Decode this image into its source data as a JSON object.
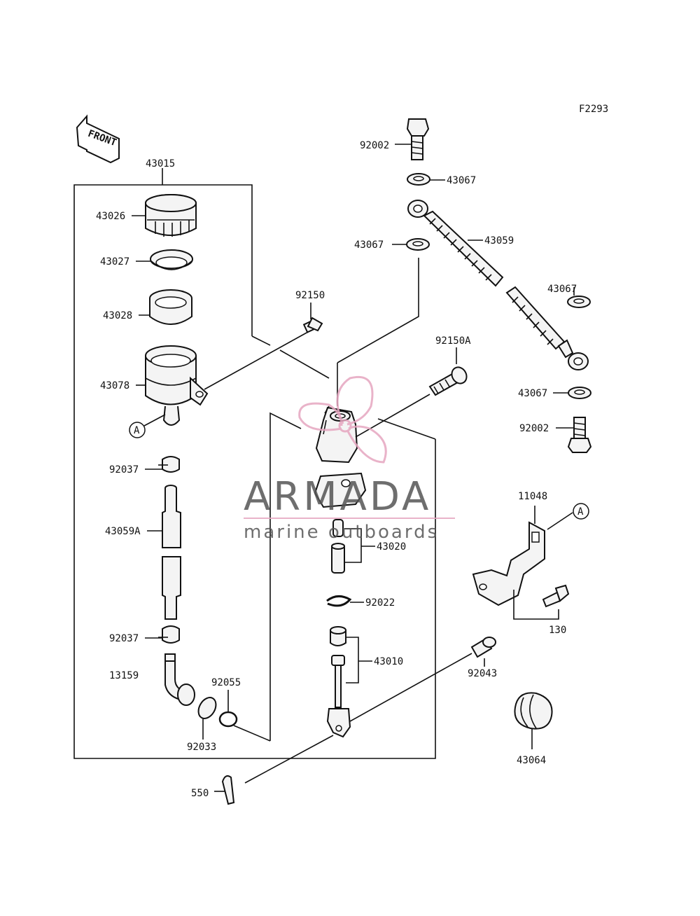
{
  "figure_code": "F2293",
  "front_label": "FRONT",
  "marker_a": "A",
  "watermark": {
    "brand": "ARMADA",
    "tagline": "marine outboards",
    "accent_color": "#e6a6c0",
    "text_color": "#555555"
  },
  "parts": {
    "p43015": "43015",
    "p43026": "43026",
    "p43027": "43027",
    "p43028": "43028",
    "p43078": "43078",
    "p92150": "92150",
    "p92037a": "92037",
    "p43059A": "43059A",
    "p92037b": "92037",
    "p13159": "13159",
    "p92055": "92055",
    "p92033": "92033",
    "p550": "550",
    "p92002a": "92002",
    "p43067a": "43067",
    "p43067b": "43067",
    "p43059": "43059",
    "p43067c": "43067",
    "p92150A": "92150A",
    "p43067d": "43067",
    "p92002b": "92002",
    "p11048": "11048",
    "p130": "130",
    "p43020": "43020",
    "p92022": "92022",
    "p43010": "43010",
    "p92043": "92043",
    "p43064": "43064"
  }
}
